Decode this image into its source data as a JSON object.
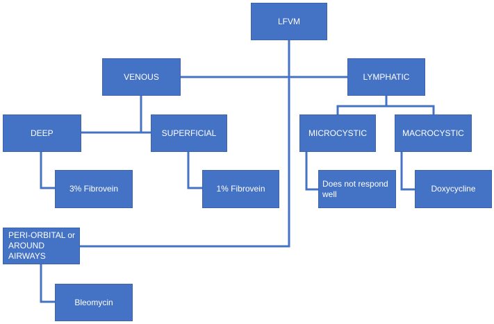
{
  "colors": {
    "box_fill": "#4472c4",
    "connector": "#4472c4",
    "text": "#ffffff"
  },
  "nodes": {
    "lfvm": "LFVM",
    "venous": "VENOUS",
    "lymphatic": "LYMPHATIC",
    "deep": "DEEP",
    "superficial": "SUPERFICIAL",
    "microcystic": "MICROCYSTIC",
    "macrocystic": "MACROCYSTIC",
    "fibrovein3": "3% Fibrovein",
    "fibrovein1": "1% Fibrovein",
    "does_not_respond": "Does not respond well",
    "doxycycline": "Doxycycline",
    "periorbital": "PERI-ORBITAL or AROUND AIRWAYS",
    "bleomycin": "Bleomycin"
  }
}
